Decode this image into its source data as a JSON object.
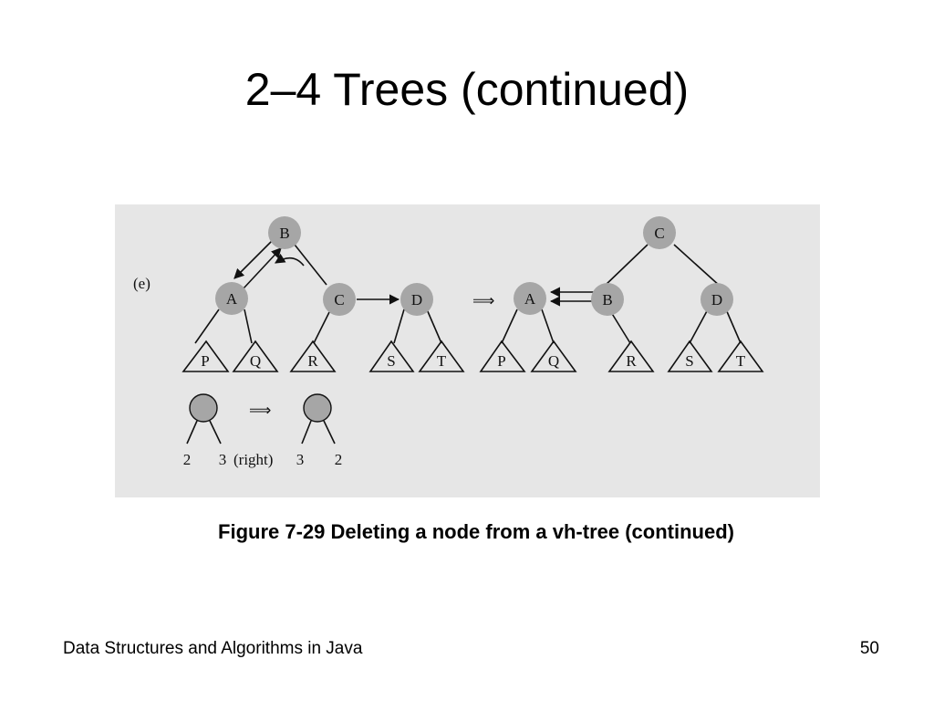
{
  "slide": {
    "title": "2–4 Trees (continued)",
    "caption": "Figure 7-29 Deleting a node from a vh-tree (continued)",
    "footer_left": "Data Structures and Algorithms in Java",
    "page_number": "50"
  },
  "figure": {
    "panel_label": "(e)",
    "colors": {
      "panel_background": "#e6e6e6",
      "node_fill": "#a6a6a6",
      "line": "#111111"
    },
    "left_tree": {
      "root": "B",
      "nodes": [
        "A",
        "C",
        "D"
      ],
      "subtrees": [
        "P",
        "Q",
        "R",
        "S",
        "T"
      ]
    },
    "right_tree": {
      "root": "C",
      "nodes": [
        "A",
        "B",
        "D"
      ],
      "subtrees": [
        "P",
        "Q",
        "R",
        "S",
        "T"
      ]
    },
    "transform_symbol": "⟹",
    "rotation_example": {
      "before_left": "2",
      "before_right": "3",
      "direction": "(right)",
      "after_left": "3",
      "after_right": "2"
    }
  }
}
